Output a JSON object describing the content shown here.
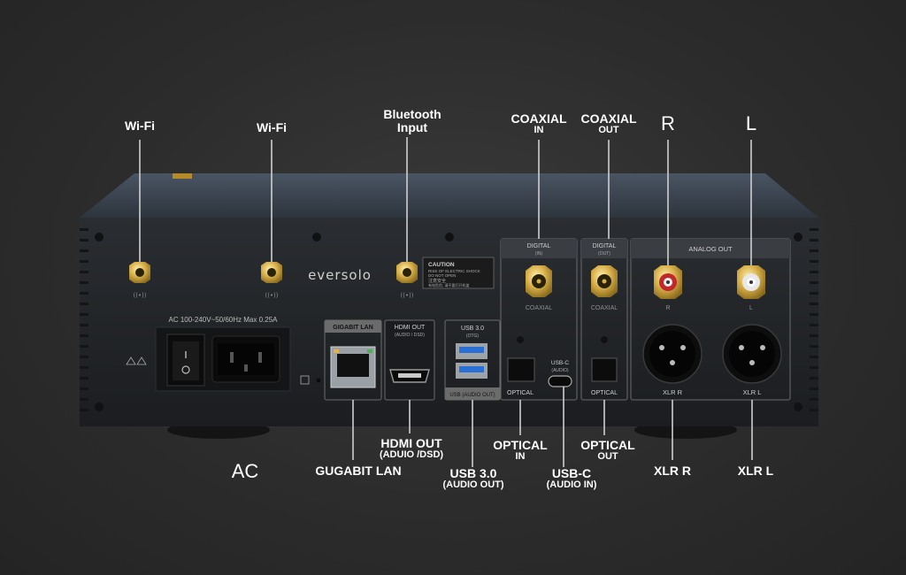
{
  "top_labels": {
    "wifi_1": "Wi-Fi",
    "wifi_2": "Wi-Fi",
    "bluetooth": [
      "Bluetooth",
      "Input"
    ],
    "coaxial_in": [
      "COAXIAL",
      "IN"
    ],
    "coaxial_out": [
      "COAXIAL",
      "OUT"
    ],
    "analog_r": "R",
    "analog_l": "L"
  },
  "bottom_labels": {
    "ac": "AC",
    "gigabit_lan": "GUGABIT LAN",
    "hdmi_out": [
      "HDMI OUT",
      "(ADUIO /DSD)"
    ],
    "usb_30": [
      "USB 3.0",
      "(AUDIO OUT)"
    ],
    "optical_in": [
      "OPTICAL",
      "IN"
    ],
    "usb_c": [
      "USB-C",
      "(AUDIO IN)"
    ],
    "optical_out": [
      "OPTICAL",
      "OUT"
    ],
    "xlr_r": "XLR R",
    "xlr_l": "XLR L"
  },
  "panel_printing": {
    "brand": "eversolo",
    "caution_title": "CAUTION",
    "caution_line1": "RISK OF ELECTRIC SHOCK",
    "caution_line2": "DO NOT OPEN",
    "caution_line3": "注意安全",
    "caution_line4": "有电危险, 请不要打开机盖",
    "ac_rating": "AC 100-240V~50/60Hz Max 0.25A",
    "gigabit_lan": "GIGABIT LAN",
    "hdmi_out": "HDMI OUT",
    "hdmi_sub": "(AUDIO / DSD)",
    "usb30": "USB 3.0",
    "usb30_sub": "(OTG)",
    "usb_audio_out": "USB (AUDIO OUT)",
    "digital_in_title": "DIGITAL",
    "digital_in_sub": "(IN)",
    "digital_out_title": "DIGITAL",
    "digital_out_sub": "(OUT)",
    "coaxial": "COAXIAL",
    "optical": "OPTICAL",
    "usbc": "USB-C",
    "usbc_sub": "(AUDIO)",
    "analog_out": "ANALOG OUT",
    "r": "R",
    "l": "L",
    "xlr_r": "XLR R",
    "xlr_l": "XLR L"
  },
  "colors": {
    "background": "#2c2c2c",
    "chassis": "#1f2226",
    "panel_top": "#3b4552",
    "gold": "#c9a33a",
    "rca_red": "#c0282a",
    "label": "#ffffff"
  }
}
